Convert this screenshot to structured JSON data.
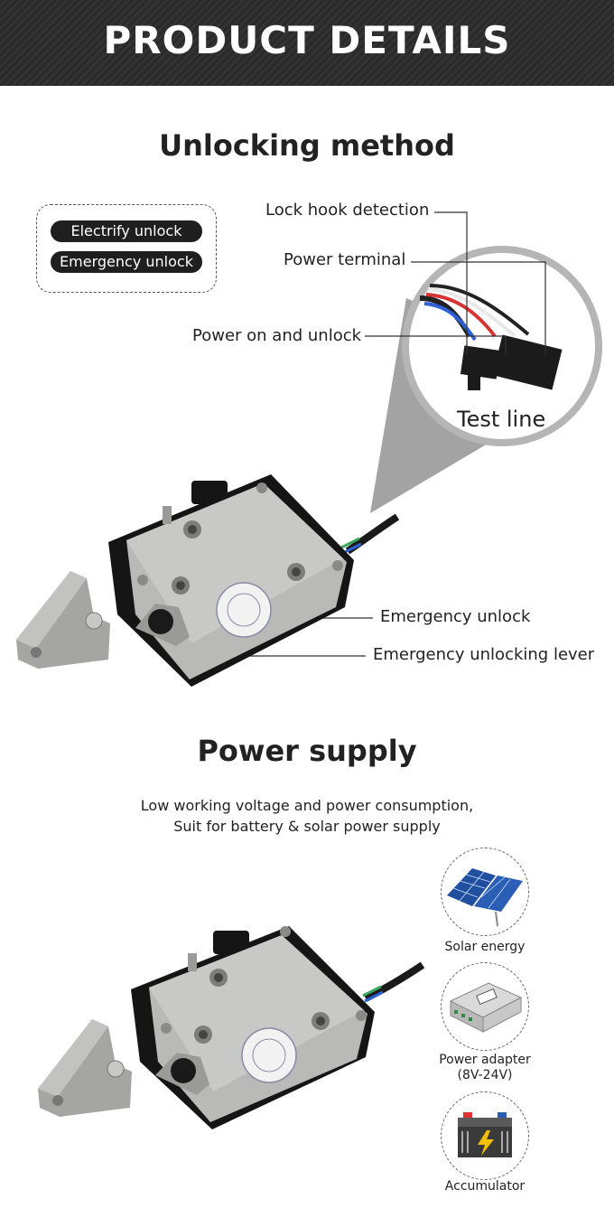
{
  "banner": {
    "title": "PRODUCT DETAILS"
  },
  "unlocking": {
    "title": "Unlocking method",
    "methods": [
      "Electrify unlock",
      "Emergency unlock"
    ],
    "callouts": {
      "lock_hook": "Lock hook detection",
      "power_terminal": "Power terminal",
      "power_on": "Power on and unlock",
      "test_line": "Test line",
      "emergency_unlock": "Emergency unlock",
      "emergency_lever": "Emergency unlocking lever"
    }
  },
  "power": {
    "title": "Power supply",
    "desc_line1": "Low working voltage and power consumption,",
    "desc_line2": "Suit for battery & solar power supply",
    "sources": [
      {
        "label": "Solar energy",
        "icon": "solar-panel-icon"
      },
      {
        "label": "Power adapter",
        "sub": "(8V-24V)",
        "icon": "power-adapter-icon"
      },
      {
        "label": "Accumulator",
        "icon": "battery-icon"
      }
    ]
  }
}
